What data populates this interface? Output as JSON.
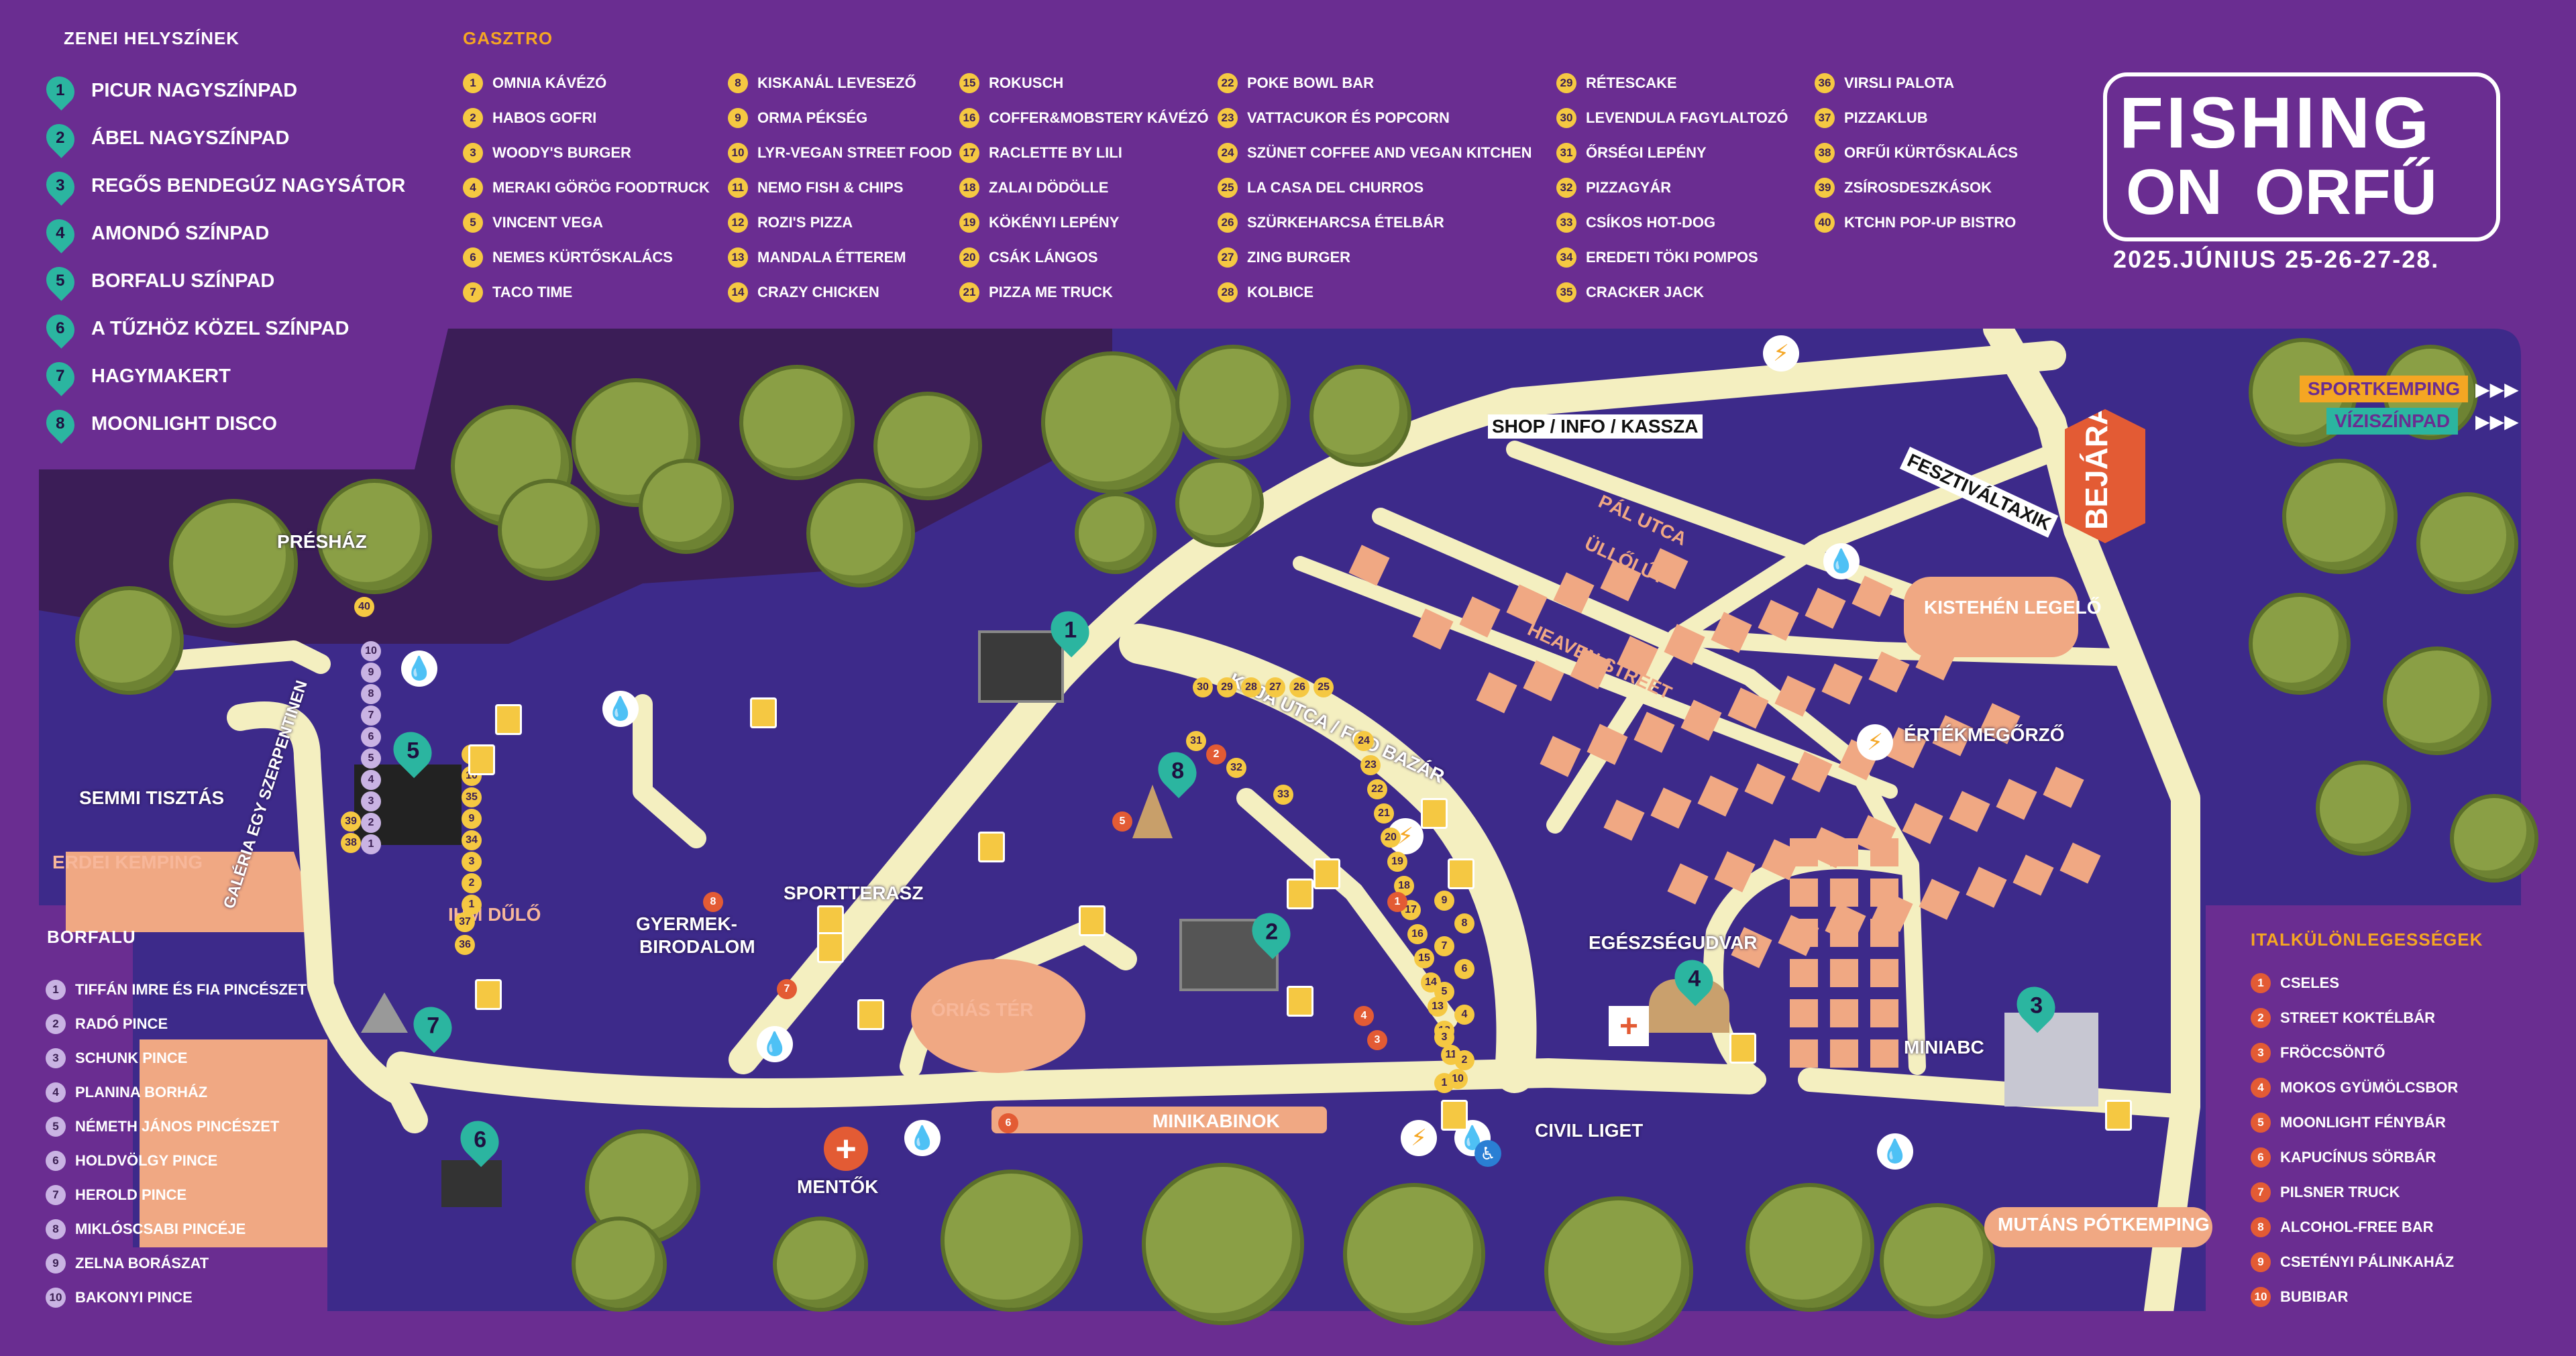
{
  "venues": {
    "title": "ZENEI HELYSZÍNEK",
    "items": [
      {
        "n": "1",
        "label": "PICUR NAGYSZÍNPAD"
      },
      {
        "n": "2",
        "label": "ÁBEL NAGYSZÍNPAD"
      },
      {
        "n": "3",
        "label": "REGŐS BENDEGÚZ NAGYSÁTOR"
      },
      {
        "n": "4",
        "label": "AMONDÓ SZÍNPAD"
      },
      {
        "n": "5",
        "label": "BORFALU SZÍNPAD"
      },
      {
        "n": "6",
        "label": "A TŰZHÖZ KÖZEL SZÍNPAD"
      },
      {
        "n": "7",
        "label": "HAGYMAKERT"
      },
      {
        "n": "8",
        "label": "MOONLIGHT DISCO"
      }
    ]
  },
  "gasztro": {
    "title": "GASZTRO",
    "items": [
      {
        "n": "1",
        "label": "OMNIA KÁVÉZÓ"
      },
      {
        "n": "2",
        "label": "HABOS GOFRI"
      },
      {
        "n": "3",
        "label": "WOODY'S BURGER"
      },
      {
        "n": "4",
        "label": "MERAKI GÖRÖG FOODTRUCK"
      },
      {
        "n": "5",
        "label": "VINCENT VEGA"
      },
      {
        "n": "6",
        "label": "NEMES KÜRTŐSKALÁCS"
      },
      {
        "n": "7",
        "label": "TACO TIME"
      },
      {
        "n": "8",
        "label": "KISKANÁL LEVESEZŐ"
      },
      {
        "n": "9",
        "label": "ORMA PÉKSÉG"
      },
      {
        "n": "10",
        "label": "LYR-VEGAN STREET FOOD"
      },
      {
        "n": "11",
        "label": "NEMO FISH & CHIPS"
      },
      {
        "n": "12",
        "label": "ROZI'S PIZZA"
      },
      {
        "n": "13",
        "label": "MANDALA ÉTTEREM"
      },
      {
        "n": "14",
        "label": "CRAZY CHICKEN"
      },
      {
        "n": "15",
        "label": "ROKUSCH"
      },
      {
        "n": "16",
        "label": "COFFER&MOBSTERY KÁVÉZÓ"
      },
      {
        "n": "17",
        "label": "RACLETTE BY LILI"
      },
      {
        "n": "18",
        "label": "ZALAI DÖDÖLLE"
      },
      {
        "n": "19",
        "label": "KÖKÉNYI LEPÉNY"
      },
      {
        "n": "20",
        "label": "CSÁK LÁNGOS"
      },
      {
        "n": "21",
        "label": "PIZZA ME TRUCK"
      },
      {
        "n": "22",
        "label": "POKE BOWL BAR"
      },
      {
        "n": "23",
        "label": "VATTACUKOR ÉS POPCORN"
      },
      {
        "n": "24",
        "label": "SZÜNET COFFEE AND VEGAN KITCHEN"
      },
      {
        "n": "25",
        "label": "LA CASA DEL CHURROS"
      },
      {
        "n": "26",
        "label": "SZÜRKEHARCSA ÉTELBÁR"
      },
      {
        "n": "27",
        "label": "ZING BURGER"
      },
      {
        "n": "28",
        "label": "KOLBICE"
      },
      {
        "n": "29",
        "label": "RÉTESCAKE"
      },
      {
        "n": "30",
        "label": "LEVENDULA FAGYLALTOZÓ"
      },
      {
        "n": "31",
        "label": "ŐRSÉGI LEPÉNY"
      },
      {
        "n": "32",
        "label": "PIZZAGYÁR"
      },
      {
        "n": "33",
        "label": "CSÍKOS HOT-DOG"
      },
      {
        "n": "34",
        "label": "EREDETI TÖKI POMPOS"
      },
      {
        "n": "35",
        "label": "CRACKER JACK"
      },
      {
        "n": "36",
        "label": "VIRSLI PALOTA"
      },
      {
        "n": "37",
        "label": "PIZZAKLUB"
      },
      {
        "n": "38",
        "label": "ORFŰI KÜRTŐSKALÁCS"
      },
      {
        "n": "39",
        "label": "ZSÍROSDESZKÁSOK"
      },
      {
        "n": "40",
        "label": "KTCHN POP-UP BISTRO"
      }
    ]
  },
  "logo": {
    "line1": "FISHING",
    "line2a": "ON",
    "line2b": "ORFŰ",
    "date": "2025.JÚNIUS 25-26-27-28."
  },
  "borfalu": {
    "title": "BORFALU",
    "items": [
      {
        "n": "1",
        "label": "TIFFÁN IMRE ÉS FIA PINCÉSZET"
      },
      {
        "n": "2",
        "label": "RADÓ PINCE"
      },
      {
        "n": "3",
        "label": "SCHUNK PINCE"
      },
      {
        "n": "4",
        "label": "PLANINA BORHÁZ"
      },
      {
        "n": "5",
        "label": "NÉMETH JÁNOS PINCÉSZET"
      },
      {
        "n": "6",
        "label": "HOLDVÖLGY PINCE"
      },
      {
        "n": "7",
        "label": "HEROLD PINCE"
      },
      {
        "n": "8",
        "label": "MIKLÓSCSABI PINCÉJE"
      },
      {
        "n": "9",
        "label": "ZELNA BORÁSZAT"
      },
      {
        "n": "10",
        "label": "BAKONYI PINCE"
      }
    ]
  },
  "ital": {
    "title": "ITALKÜLÖNLEGESSÉGEK",
    "items": [
      {
        "n": "1",
        "label": "CSELES"
      },
      {
        "n": "2",
        "label": "STREET KOKTÉLBÁR"
      },
      {
        "n": "3",
        "label": "FRÖCCSÖNTŐ"
      },
      {
        "n": "4",
        "label": "MOKOS GYÜMÖLCSBOR"
      },
      {
        "n": "5",
        "label": "MOONLIGHT FÉNYBÁR"
      },
      {
        "n": "6",
        "label": "KAPUCÍNUS SÖRBÁR"
      },
      {
        "n": "7",
        "label": "PILSNER TRUCK"
      },
      {
        "n": "8",
        "label": "ALCOHOL-FREE BAR"
      },
      {
        "n": "9",
        "label": "CSETÉNYI PÁLINKAHÁZ"
      },
      {
        "n": "10",
        "label": "BUBIBAR"
      }
    ]
  },
  "map": {
    "labels": {
      "shop": "SHOP / INFO / KASSZA",
      "feszt": "FESZTIVÁLTAXIK",
      "preshaz": "PRÉSHÁZ",
      "semmi": "SEMMI TISZTÁS",
      "galeria": "GALÉRIA EGY SZERPENTINEN",
      "sportterasz": "SPORTTERASZ",
      "gyermek1": "GYERMEK-",
      "gyermek2": "BIRODALOM",
      "kaja": "KAJA UTCA / FOO BAZÁR",
      "egeszseg": "EGÉSZSÉGUDVAR",
      "ertek": "ÉRTÉKMEGŐRZŐ",
      "miniabc": "MINIABC",
      "civil": "CIVIL LIGET",
      "mentok": "MENTŐK",
      "bejarat": "BEJÁRAT"
    },
    "zones": {
      "erdei": "ERDEI KEMPING",
      "ihm": "IHM DŰLŐ",
      "orias": "ÓRIÁS TÉR",
      "minikabinok": "MINIKABINOK",
      "kistehen": "KISTEHÉN LEGELŐ",
      "mutans": "MUTÁNS PÓTKEMPING",
      "pal": "PÁL UTCA",
      "ulloi": "ÜLLŐI ÚT",
      "heaven": "HEAVEN STREET"
    },
    "tags": {
      "sport": "SPORTKEMPING",
      "vizi": "VÍZISZÍNPAD",
      "arrows": "▶▶▶"
    }
  },
  "colors": {
    "bg": "#6a2d91",
    "map": "#3d2a8a",
    "road": "#f4efc0",
    "tree": "#8a9f45",
    "teal": "#2bb5a0",
    "yellow": "#f5c842",
    "lilac": "#c9b3e3",
    "red": "#e35b34",
    "peach": "#f0a883"
  },
  "icons": {
    "water": "water-drop-icon",
    "power": "lightning-icon",
    "beer": "beer-mug-icon",
    "medical": "red-cross-icon",
    "accessible": "wheelchair-icon"
  }
}
